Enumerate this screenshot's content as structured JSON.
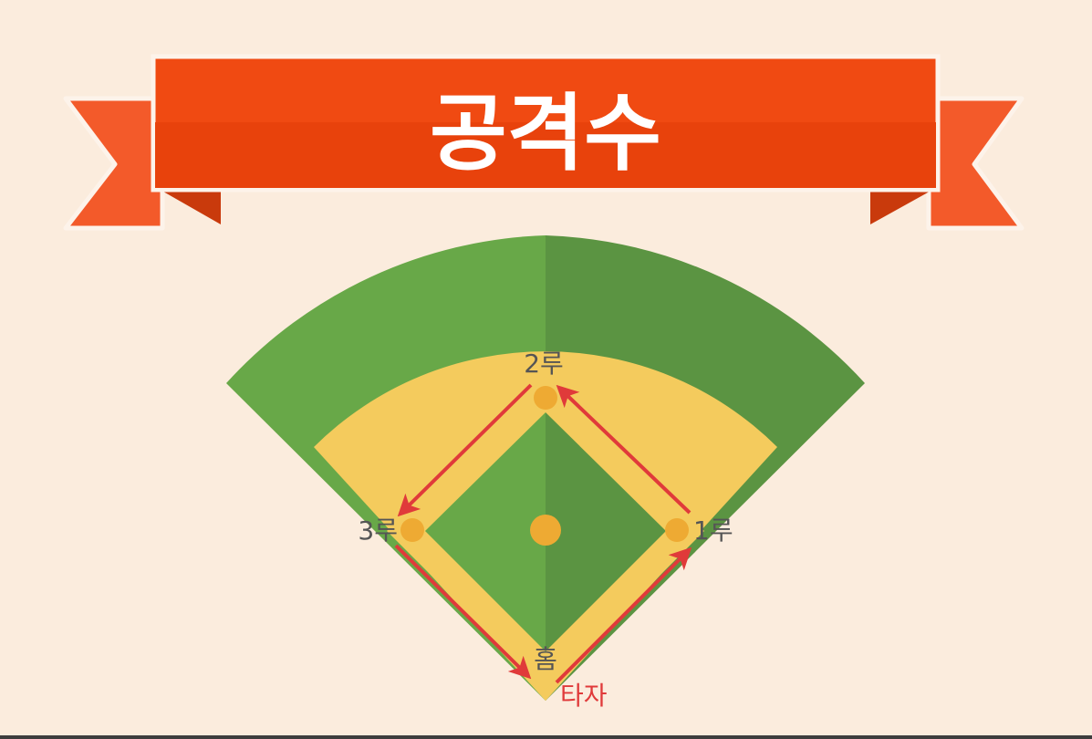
{
  "banner": {
    "title": "공격수"
  },
  "bases": {
    "second": "2루",
    "third": "3루",
    "first": "1루",
    "home": "홈"
  },
  "batter": "타자",
  "colors": {
    "background": "#fbecdd",
    "banner": "#f04a12",
    "grass_light": "#68a848",
    "grass_dark": "#5b9442",
    "dirt": "#f4cb5d",
    "base": "#eeaa33",
    "arrow": "#e03a3a"
  }
}
